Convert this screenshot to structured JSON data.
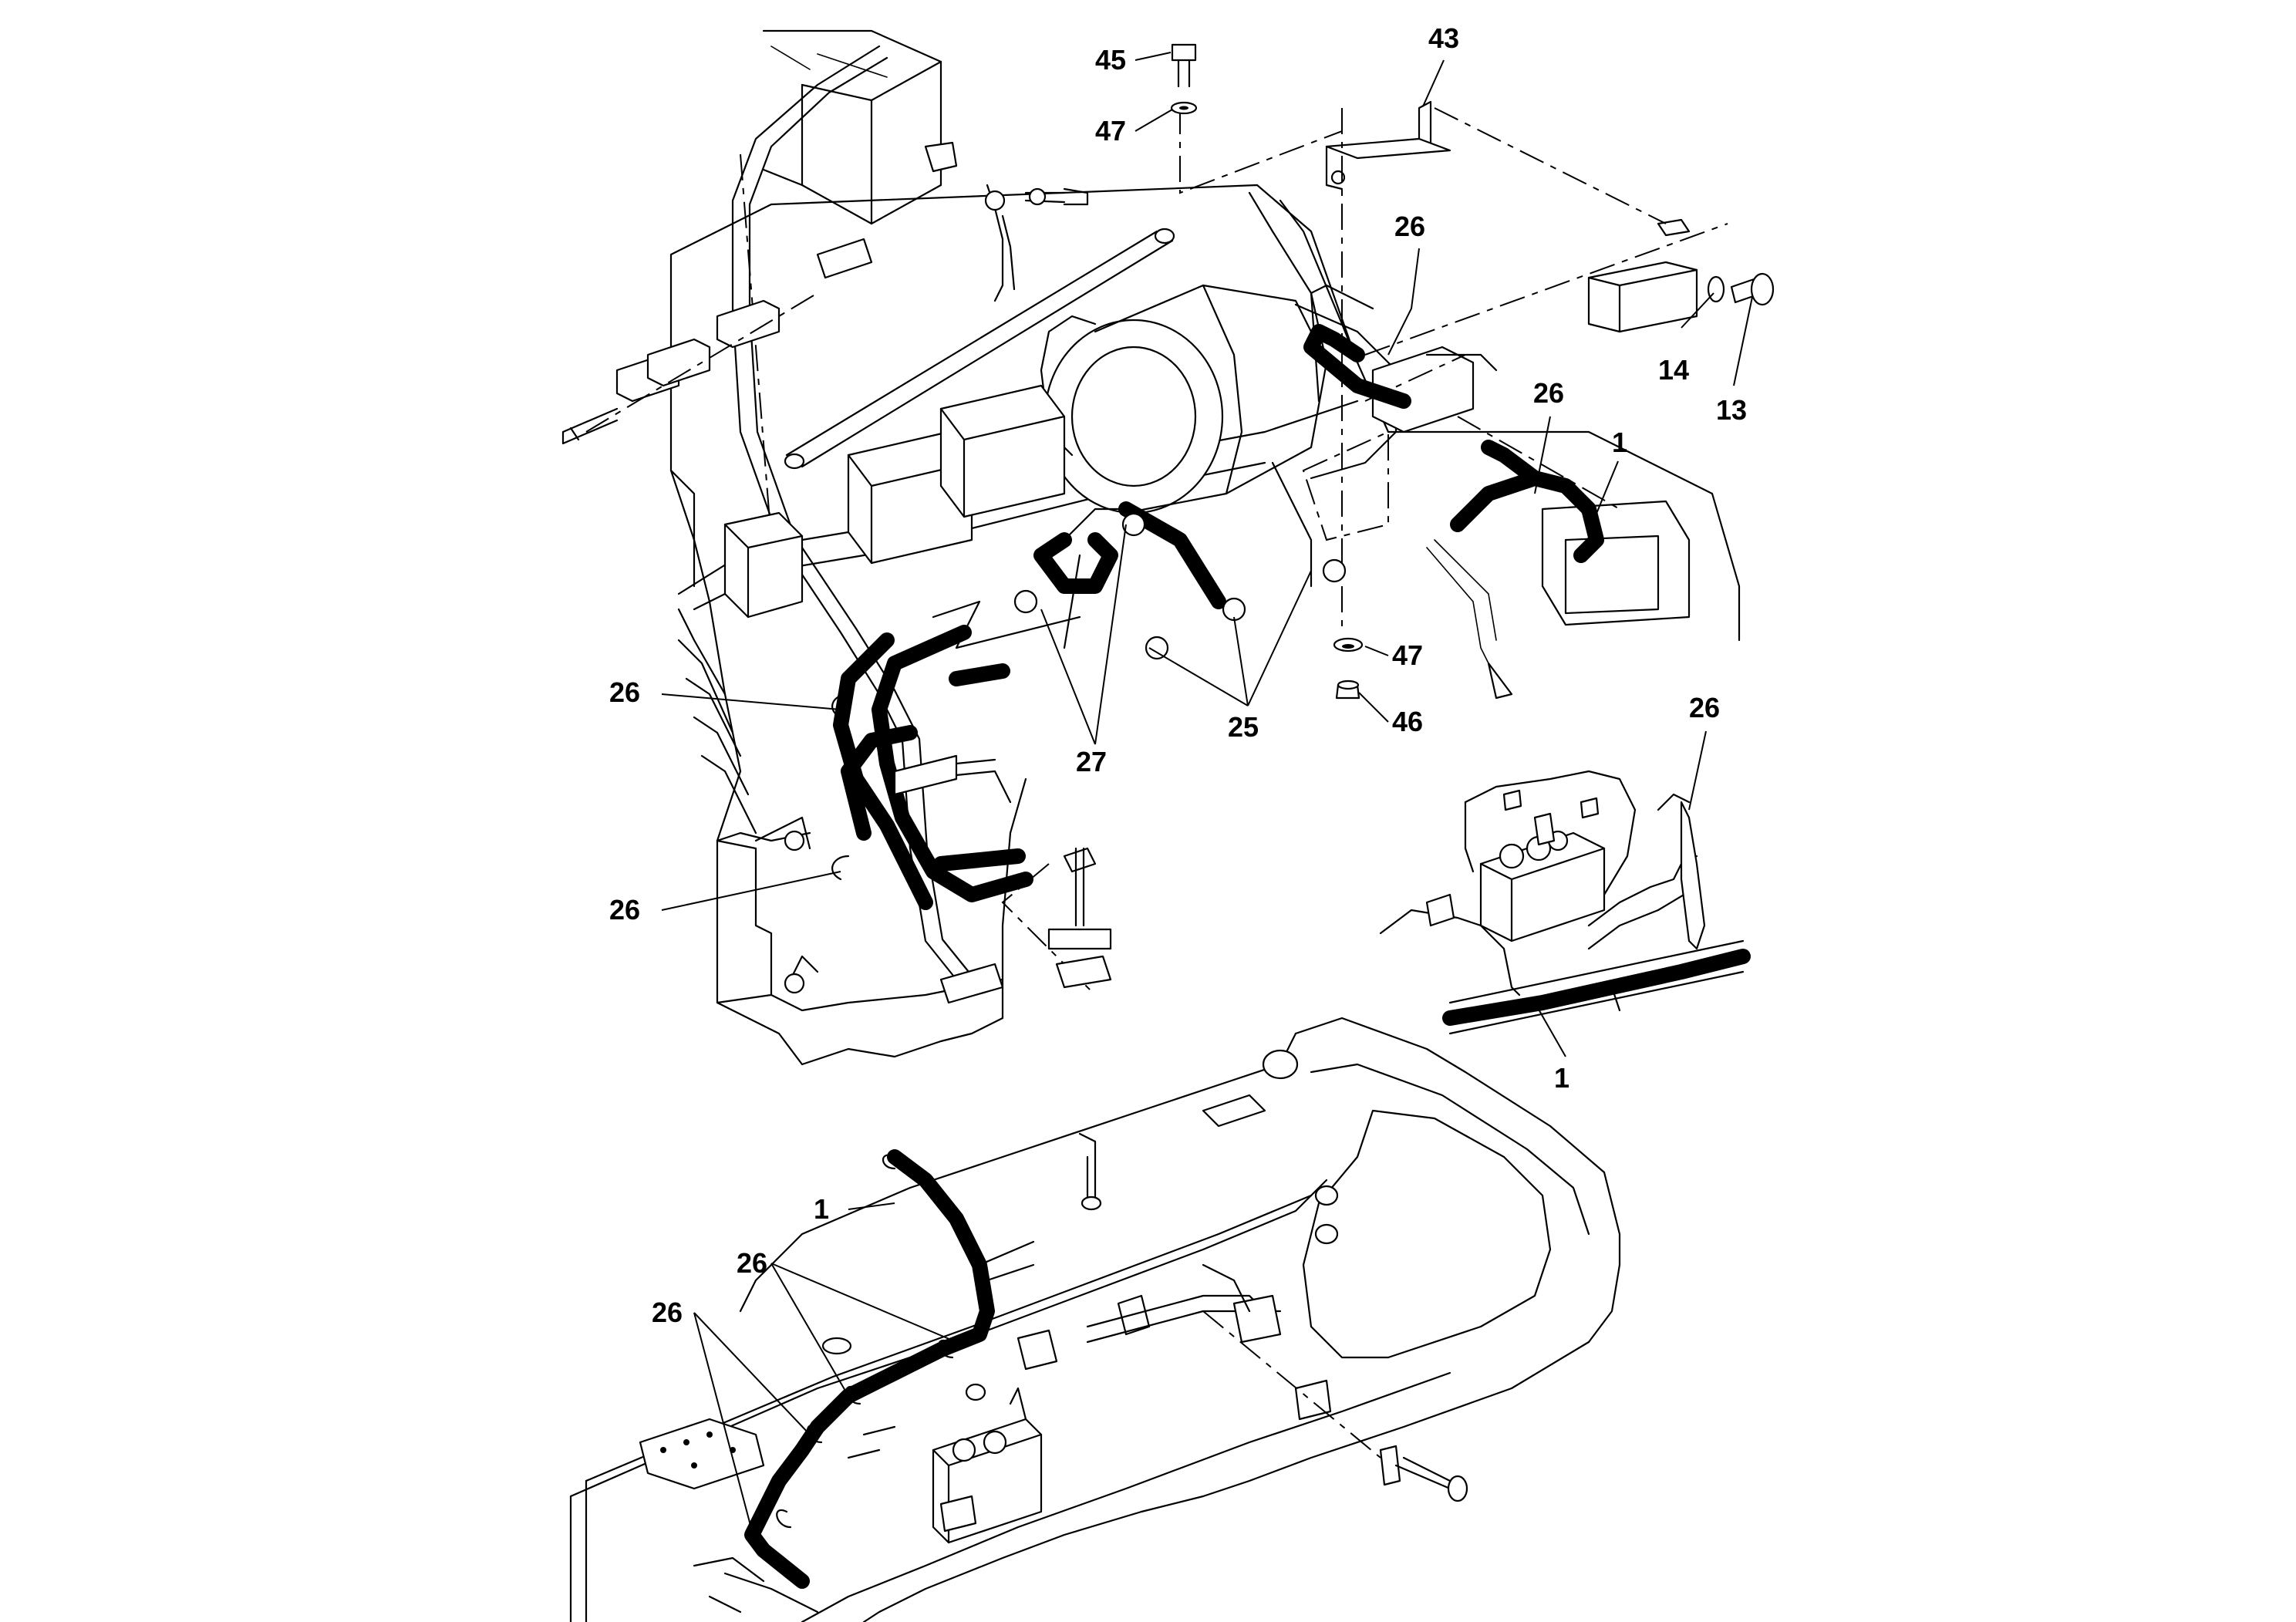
{
  "diagram": {
    "labels": {
      "l45": "45",
      "l47a": "47",
      "l43": "43",
      "l26a": "26",
      "l14": "14",
      "l13": "13",
      "l26b": "26",
      "l1a": "1",
      "l26c": "26",
      "l47b": "47",
      "l46": "46",
      "l25": "25",
      "l27": "27",
      "l26d": "26",
      "l26e": "26",
      "l1b": "1",
      "l1c": "1",
      "l26f": "26",
      "l26g": "26"
    }
  }
}
